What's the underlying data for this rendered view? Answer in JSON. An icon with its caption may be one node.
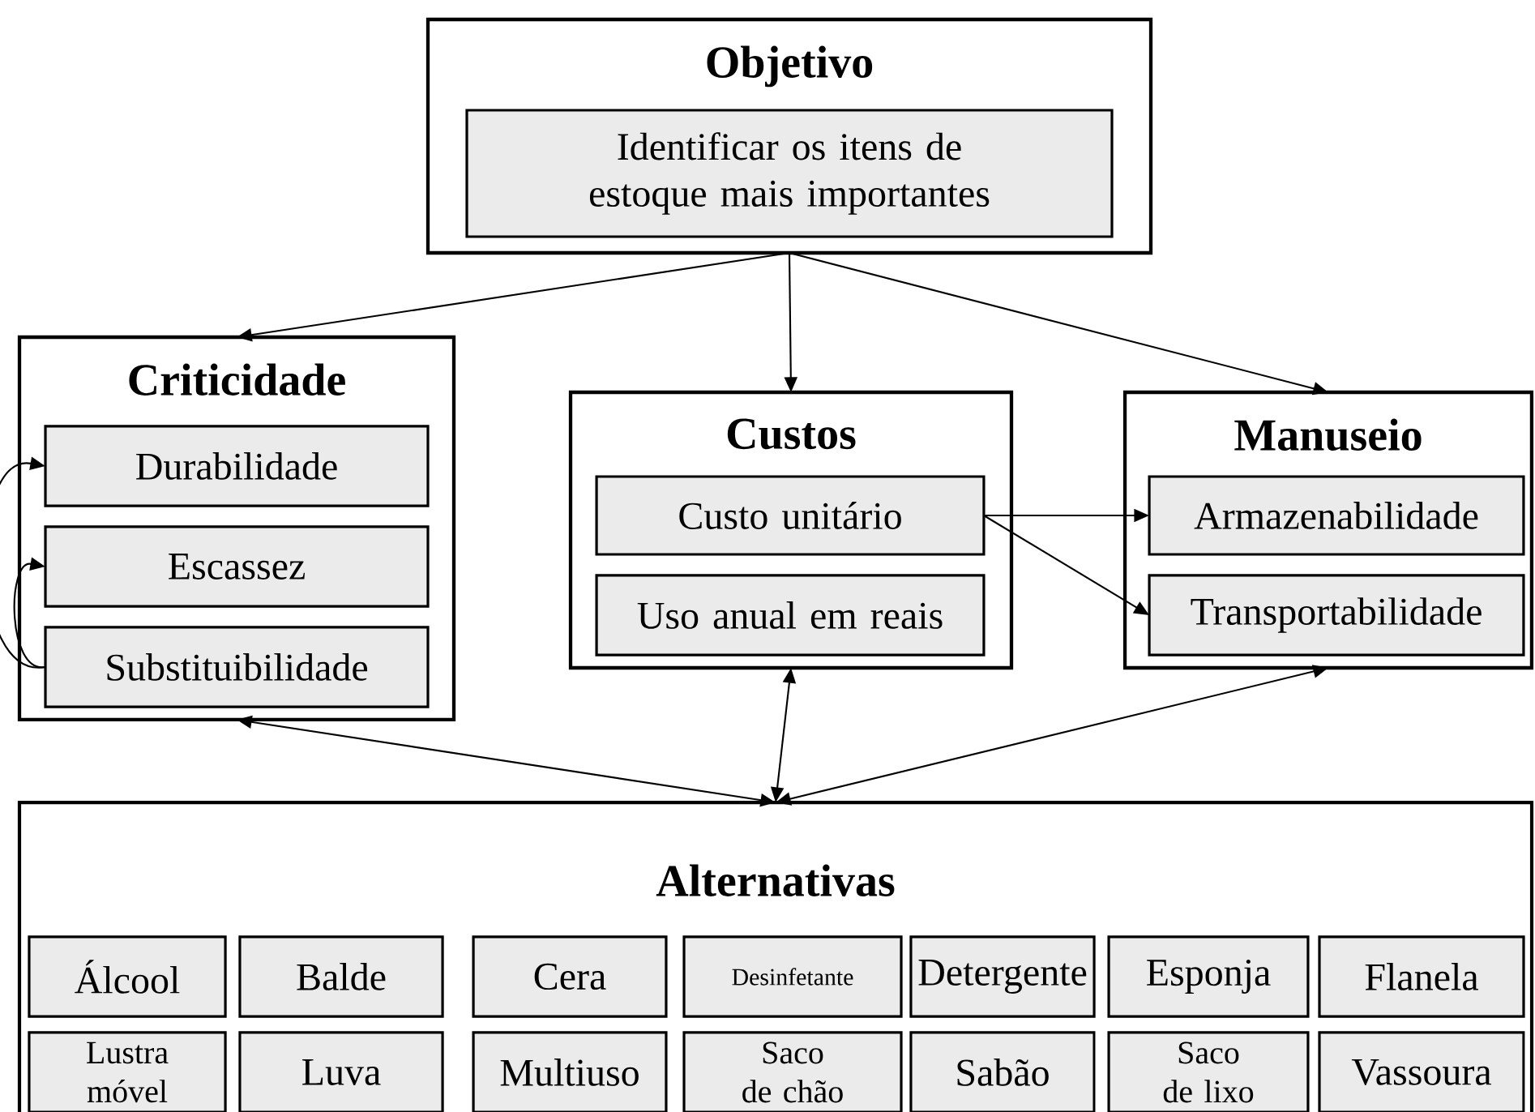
{
  "diagram": {
    "nodes": [
      {
        "text": [
          "Objetivo"
        ]
      },
      {
        "text": [
          "Identificar os itens de estoque mais importantes"
        ],
        "in": 0
      },
      {
        "text": [
          "Criticidade"
        ]
      },
      {
        "text": [
          "Durabilidade"
        ],
        "in": 2
      },
      {
        "text": [
          "Escassez"
        ],
        "in": 2
      },
      {
        "text": [
          "Substituibilidade"
        ],
        "in": 2
      },
      {
        "text": [
          "Custos"
        ]
      },
      {
        "text": [
          "Custo unitário"
        ],
        "in": 6
      },
      {
        "text": [
          "Uso anual em reais"
        ],
        "in": 6
      },
      {
        "text": [
          "Manuseio"
        ]
      },
      {
        "text": [
          "Armazenabilidade"
        ],
        "in": 9
      },
      {
        "text": [
          "Transportabilidade"
        ],
        "in": 9
      },
      {
        "text": [
          "Alternativas"
        ]
      },
      {
        "text": [
          "Álcool"
        ],
        "in": 12
      },
      {
        "text": [
          "Balde"
        ],
        "in": 12
      },
      {
        "text": [
          "Cera"
        ],
        "in": 12
      },
      {
        "text": [
          "Desinfetante"
        ],
        "in": 12
      },
      {
        "text": [
          "Detergente"
        ],
        "in": 12
      },
      {
        "text": [
          "Esponja"
        ],
        "in": 12
      },
      {
        "text": [
          "Flanela"
        ],
        "in": 12
      },
      {
        "text": [
          "Lustra móvel"
        ],
        "in": 12
      },
      {
        "text": [
          "Luva"
        ],
        "in": 12
      },
      {
        "text": [
          "Multiuso"
        ],
        "in": 12
      },
      {
        "text": [
          "Saco de chão"
        ],
        "in": 12
      },
      {
        "text": [
          "Sabão"
        ],
        "in": 12
      },
      {
        "text": [
          "Saco de lixo"
        ],
        "in": 12
      },
      {
        "text": [
          "Vassoura"
        ],
        "in": 12
      }
    ],
    "edges": [
      {
        "from": 0,
        "to": 2,
        "arrow": "to"
      },
      {
        "from": 0,
        "to": 6,
        "arrow": "to"
      },
      {
        "from": 0,
        "to": 9,
        "arrow": "to"
      },
      {
        "from": 5,
        "to": 3,
        "arrow": "to"
      },
      {
        "from": 5,
        "to": 4,
        "arrow": "to"
      },
      {
        "from": 7,
        "to": 10,
        "arrow": "to"
      },
      {
        "from": 7,
        "to": 11,
        "arrow": "to"
      },
      {
        "from": 12,
        "to": 2,
        "arrow": "both"
      },
      {
        "from": 12,
        "to": 6,
        "arrow": "both"
      },
      {
        "from": 12,
        "to": 9,
        "arrow": "both"
      }
    ]
  }
}
